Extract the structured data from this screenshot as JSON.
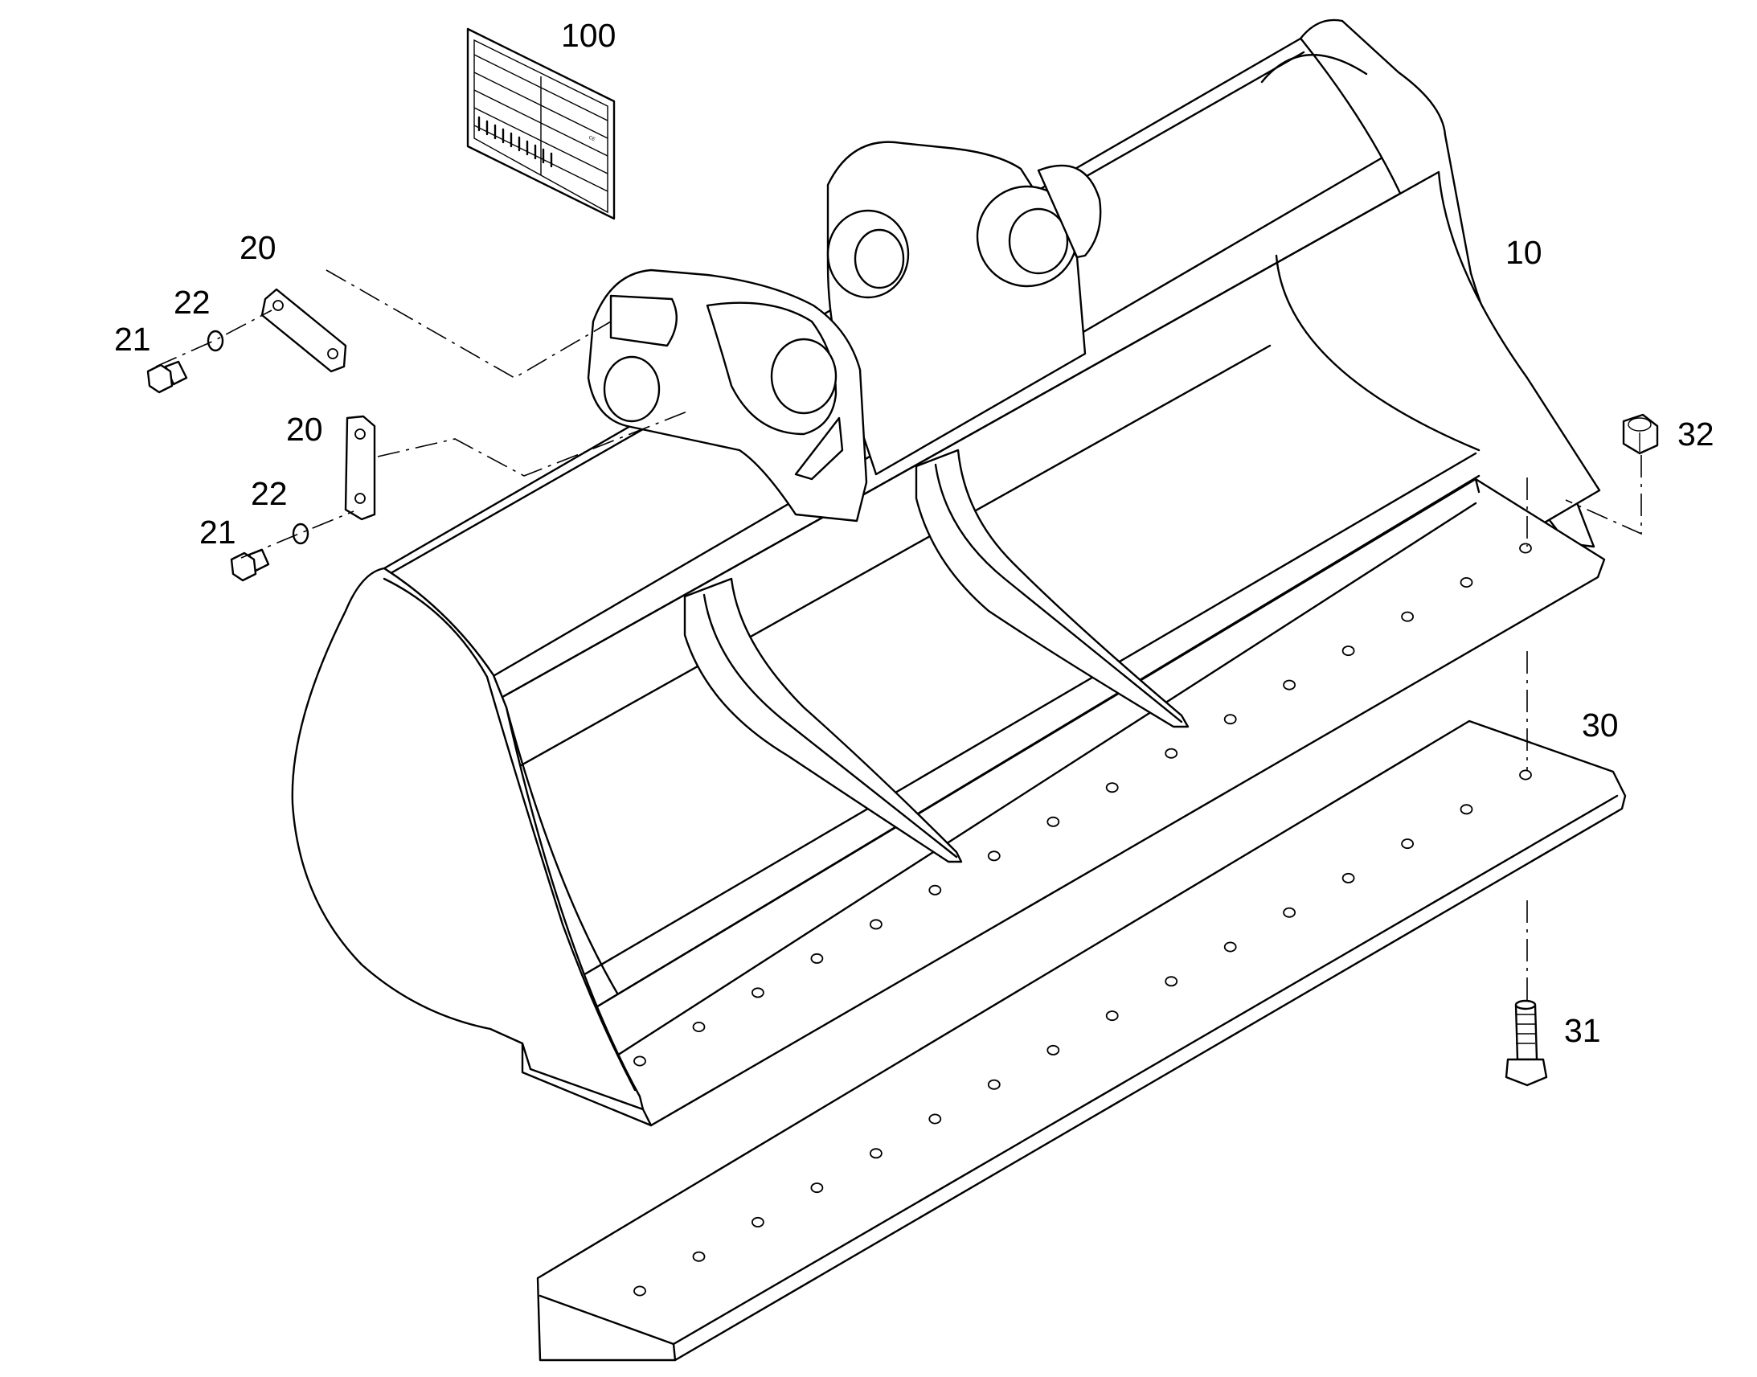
{
  "parts": [
    {
      "id": "p100",
      "label": "100",
      "name": "identification-plate"
    },
    {
      "id": "p10",
      "label": "10",
      "name": "bucket"
    },
    {
      "id": "p20a",
      "label": "20",
      "name": "locking-plate"
    },
    {
      "id": "p22a",
      "label": "22",
      "name": "washer"
    },
    {
      "id": "p21a",
      "label": "21",
      "name": "screw"
    },
    {
      "id": "p20b",
      "label": "20",
      "name": "locking-plate"
    },
    {
      "id": "p22b",
      "label": "22",
      "name": "washer"
    },
    {
      "id": "p21b",
      "label": "21",
      "name": "screw"
    },
    {
      "id": "p32",
      "label": "32",
      "name": "nut"
    },
    {
      "id": "p30",
      "label": "30",
      "name": "cutting-edge"
    },
    {
      "id": "p31",
      "label": "31",
      "name": "bolt"
    }
  ],
  "plate": {
    "ce_mark": "CE"
  }
}
